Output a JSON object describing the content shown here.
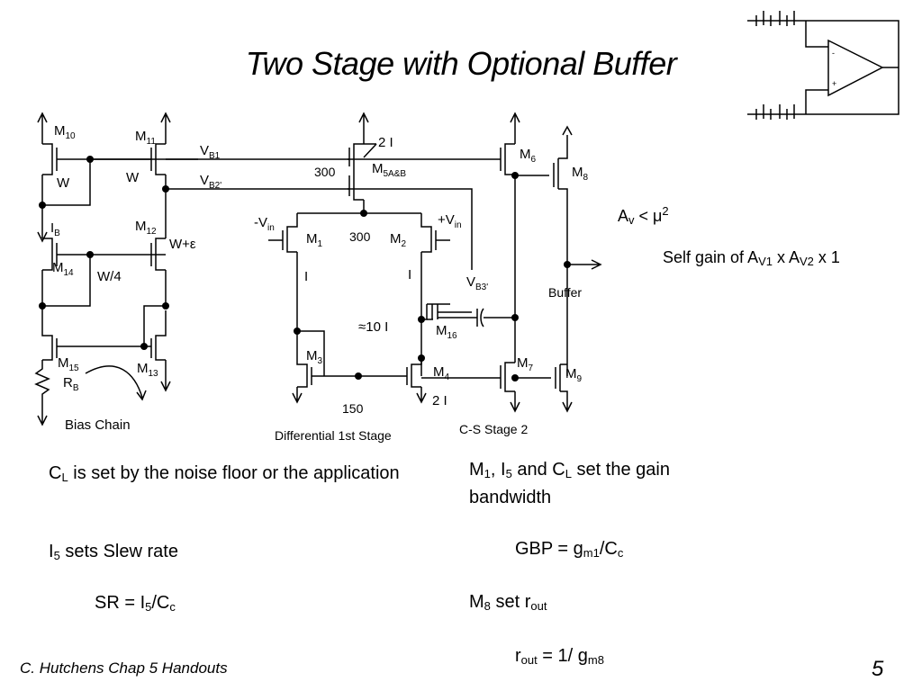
{
  "title": "Two Stage with Optional Buffer",
  "circuit": {
    "m10": "M",
    "m10_sub": "10",
    "m11": "M",
    "m11_sub": "11",
    "m12": "M",
    "m12_sub": "12",
    "m13": "M",
    "m13_sub": "13",
    "m14": "M",
    "m14_sub": "14",
    "m15": "M",
    "m15_sub": "15",
    "rb": "R",
    "rb_sub": "B",
    "ib": "I",
    "ib_sub": "B",
    "w_left": "W",
    "w_right": "W",
    "w_eps": "W+ε",
    "w4": "W/4",
    "bias_chain": "Bias Chain",
    "vb1": "V",
    "vb1_sub": "B1",
    "vb2": "V",
    "vb2_sub": "B2'",
    "vb3": "V",
    "vb3_sub": "B3'",
    "i2_top": "2 I",
    "w300_top": "300",
    "m5": "M",
    "m5_sub": "5A&B",
    "vin_neg": "-V",
    "vin_neg_sub": "in",
    "vin_pos": "+V",
    "vin_pos_sub": "in",
    "m1": "M",
    "m1_sub": "1",
    "m2": "M",
    "m2_sub": "2",
    "w300_mid": "300",
    "i_left": "I",
    "i_right": "I",
    "i10": "≈10 I",
    "m3": "M",
    "m3_sub": "3",
    "m4": "M",
    "m4_sub": "4",
    "m16": "M",
    "m16_sub": "16",
    "w150": "150",
    "i2_bottom": "2 I",
    "diff_stage": "Differential 1st Stage",
    "m6": "M",
    "m6_sub": "6",
    "m7": "M",
    "m7_sub": "7",
    "m8": "M",
    "m8_sub": "8",
    "m9": "M",
    "m9_sub": "9",
    "cs_stage": "C-S Stage 2",
    "buffer": "Buffer"
  },
  "gain": {
    "av": "A",
    "av_sub": "v",
    "av_rel": " < μ",
    "av_sup": "2",
    "self_gain_a": "Self gain of A",
    "self_gain_sub1": "V1",
    "self_gain_b": " x A",
    "self_gain_sub2": "V2",
    "self_gain_c": " x 1"
  },
  "notes_left": {
    "cl": "C",
    "cl_sub": "L",
    "cl_text": " is set by the noise floor or the application",
    "i5": "I",
    "i5_sub": "5",
    "i5_text": " sets Slew rate",
    "sr_a": "SR = I",
    "sr_sub1": "5",
    "sr_b": "/C",
    "sr_sub2": "c"
  },
  "notes_right": {
    "m1": "M",
    "m1_sub": "1",
    "sep1": ", I",
    "i5_sub": "5",
    "sep2": " and C",
    "cl_sub": "L",
    "gain_text": " set the gain bandwidth",
    "gbp_a": "GBP = g",
    "gbp_sub1": "m1",
    "gbp_b": "/C",
    "gbp_sub2": "c",
    "m8": "M",
    "m8_sub": "8",
    "m8_text": " set r",
    "rout_sub": "out",
    "rout_a": "r",
    "rout_sub2": "out",
    "rout_b": " = 1/ g",
    "rout_sub3": "m8"
  },
  "footer": {
    "author": "C. Hutchens Chap 5 Handouts",
    "page": "5"
  }
}
